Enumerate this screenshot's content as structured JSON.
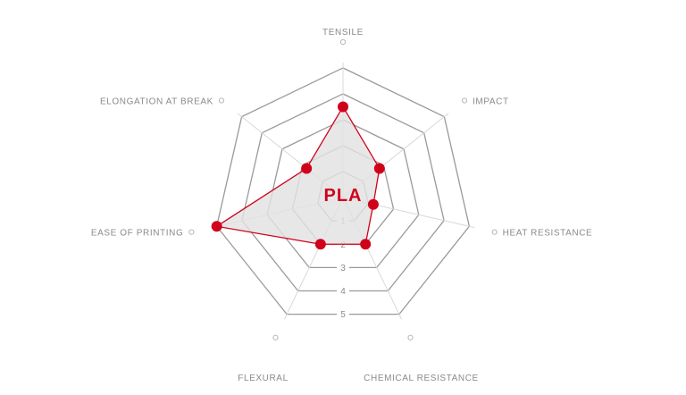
{
  "chart_data": {
    "type": "radar",
    "title": "PLA",
    "axes": [
      "TENSILE",
      "IMPACT",
      "HEAT RESISTANCE",
      "CHEMICAL RESISTANCE",
      "FLEXURAL",
      "EASE OF PRINTING",
      "ELONGATION AT BREAK"
    ],
    "scale_labels": [
      "1",
      "2",
      "3",
      "4",
      "5"
    ],
    "range": [
      0,
      5
    ],
    "grid": true,
    "series": [
      {
        "values": [
          3.5,
          1.8,
          1.2,
          2.0,
          2.0,
          5.0,
          1.8
        ]
      }
    ],
    "colors": {
      "series": "#d0021b",
      "fill": "#e2e2e2",
      "grid": "#9a9a9a",
      "spoke": "#d8d8d8",
      "text": "#8a8a8a"
    }
  }
}
